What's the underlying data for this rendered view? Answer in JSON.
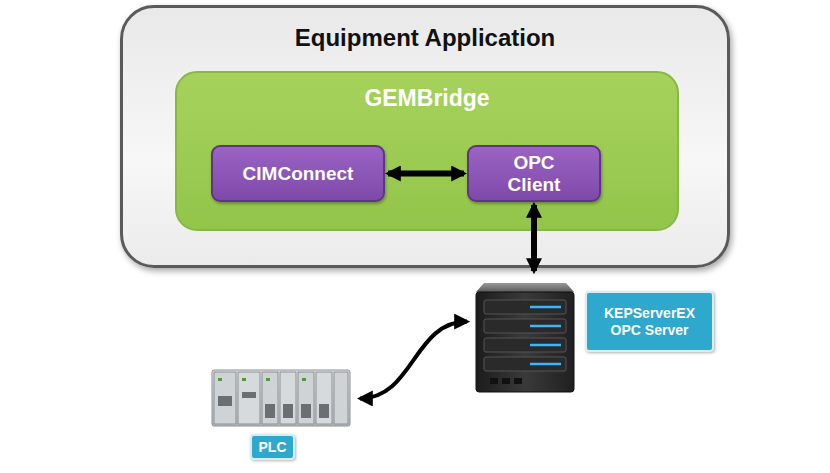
{
  "diagram": {
    "nodes": [
      {
        "text": [
          "Equipment Application"
        ]
      },
      {
        "text": [
          "GEMBridge"
        ],
        "in": 0
      },
      {
        "text": [
          "CIMConnect"
        ],
        "in": 1
      },
      {
        "text": [
          "OPC Client"
        ],
        "in": 1
      },
      {
        "text": [
          "KEPServerEX OPC Server"
        ]
      },
      {
        "text": [
          "PLC"
        ]
      }
    ],
    "edges": [
      {
        "from": 2,
        "to": 3,
        "arrow": "both"
      },
      {
        "from": 3,
        "to": 4,
        "arrow": "both"
      },
      {
        "from": 5,
        "to": 4,
        "arrow": "both"
      }
    ]
  }
}
